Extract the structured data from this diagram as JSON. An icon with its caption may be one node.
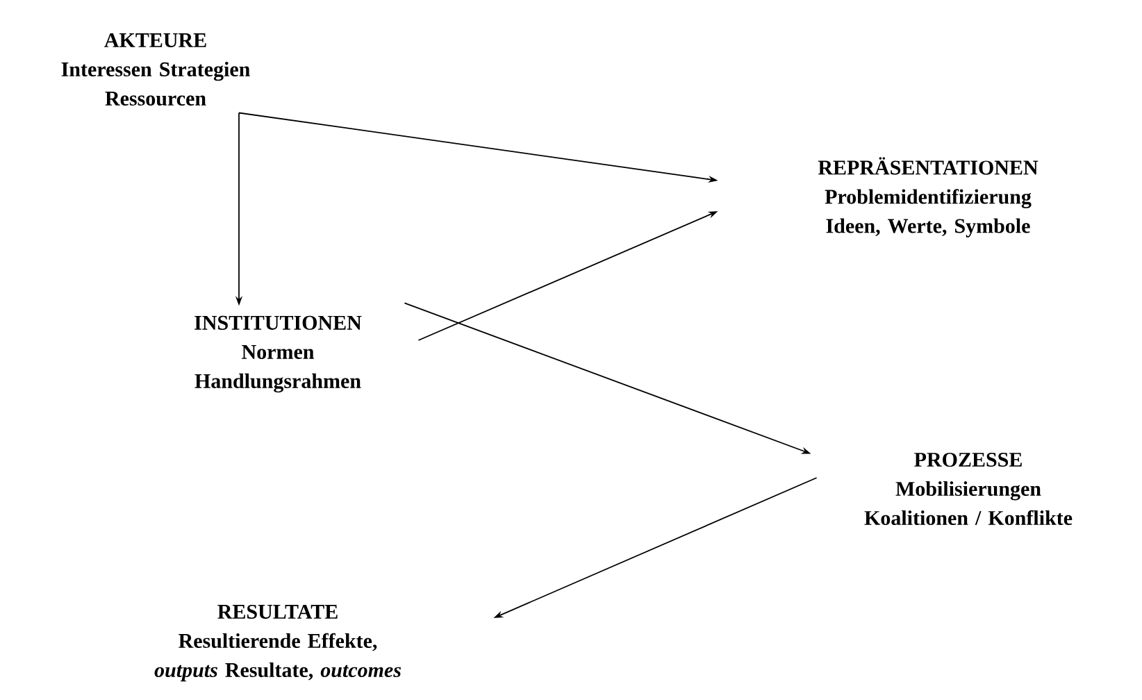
{
  "diagram": {
    "nodes": [
      {
        "text": [
          "AKTEURE",
          "Interessen Strategien Ressourcen"
        ]
      },
      {
        "text": [
          "REPRÄSENTATIONEN",
          "Problemidentifizierung Ideen, Werte, Symbole"
        ]
      },
      {
        "text": [
          "INSTITUTIONEN",
          "Normen Handlungsrahmen"
        ]
      },
      {
        "text": [
          "PROZESSE",
          "Mobilisierungen Koalitionen / Konflikte"
        ]
      },
      {
        "text": [
          "RESULTATE",
          "Resultierende Effekte, *outputs* Resultate, *outcomes*"
        ]
      }
    ],
    "edges": [
      {
        "from": 0,
        "to": 1,
        "arrow": "to"
      },
      {
        "from": 0,
        "to": 2,
        "arrow": "to"
      },
      {
        "from": 2,
        "to": 1,
        "arrow": "to"
      },
      {
        "from": 2,
        "to": 3,
        "arrow": "to"
      },
      {
        "from": 3,
        "to": 4,
        "arrow": "to"
      }
    ]
  }
}
